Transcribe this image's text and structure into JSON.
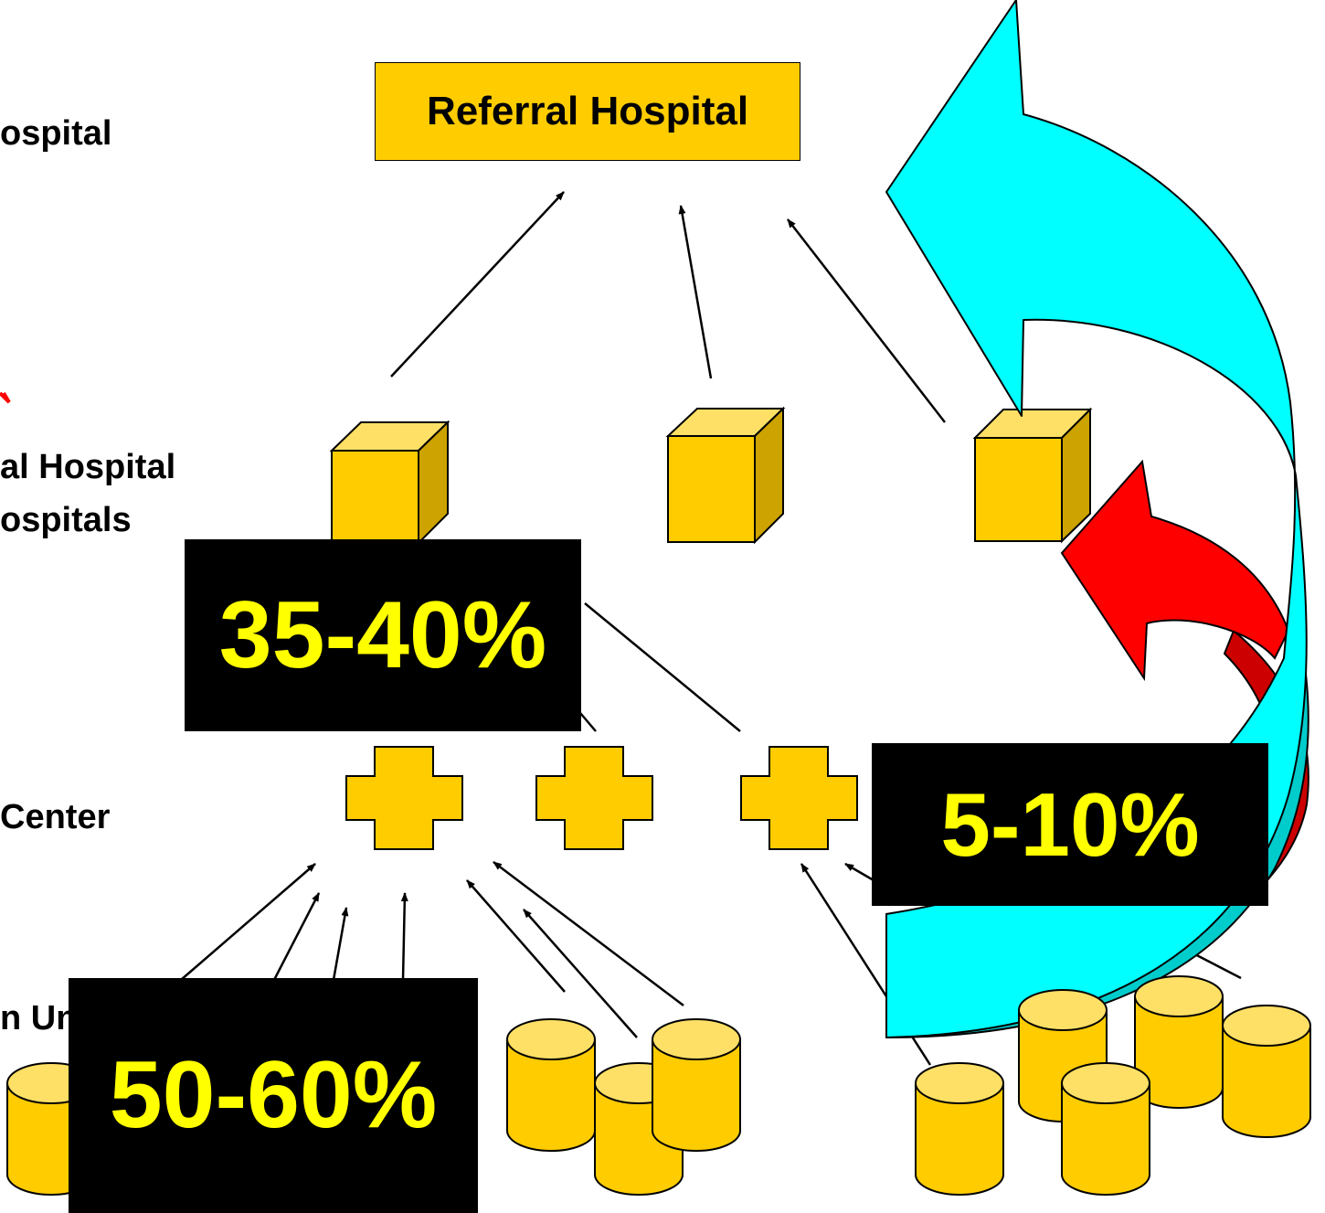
{
  "labels": {
    "left_top": "ospital",
    "left_district_1": "al Hospital",
    "left_district_2": "ospitals",
    "left_center": "Center",
    "left_unit": "n Un"
  },
  "top_box": "Referral Hospital",
  "percentages": {
    "district": "35-40%",
    "bypass": "5-10%",
    "unit": "50-60%"
  },
  "colors": {
    "gold": "#ffcc00",
    "gold_dark": "#cca300",
    "cyan": "#00ffff",
    "cyan_dark": "#00cccc",
    "red": "#ff0000",
    "red_dark": "#cc0000",
    "pct_text": "#ffff00",
    "accent_red": "#ff0000"
  }
}
